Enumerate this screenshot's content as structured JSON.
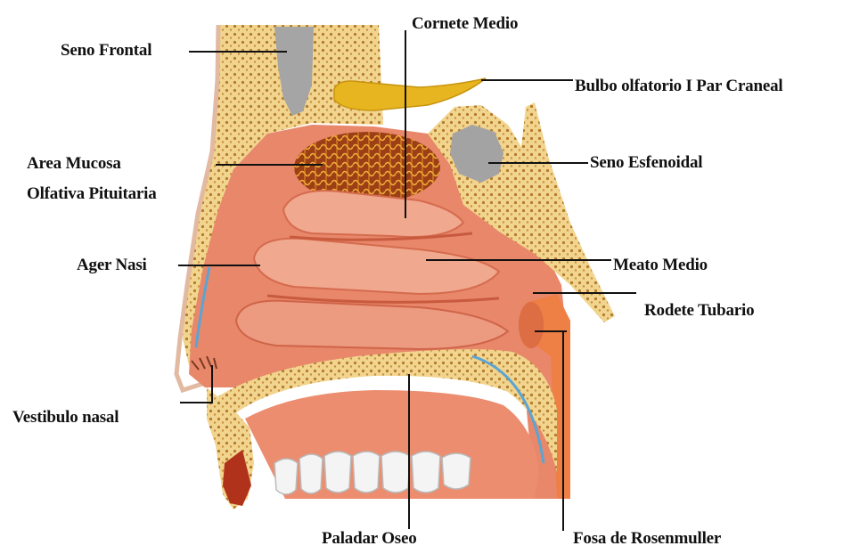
{
  "diagram": {
    "labels": {
      "cornete_medio": "Cornete Medio",
      "seno_frontal": "Seno Frontal",
      "bulbo_olfatorio": "Bulbo olfatorio I Par Craneal",
      "area_mucosa_line1": "Area Mucosa",
      "area_mucosa_line2": "Olfativa Pituitaria",
      "seno_esfenoidal": "Seno Esfenoidal",
      "ager_nasi": "Ager Nasi",
      "meato_medio": "Meato Medio",
      "rodete_tubario": "Rodete Tubario",
      "vestibulo_nasal": "Vestibulo nasal",
      "paladar_oseo": "Paladar Oseo",
      "fosa_rosenmuller": "Fosa de Rosenmuller"
    }
  },
  "colors": {
    "mucosa": "#e8876a",
    "bone": "#f1d48e",
    "bone_dots": "#b37a2c",
    "bulb": "#e7b520",
    "sinus": "#a3a3a3",
    "olfactory_area": "#b5501e",
    "pharynx": "#ee7f45",
    "leader": "#111111"
  }
}
